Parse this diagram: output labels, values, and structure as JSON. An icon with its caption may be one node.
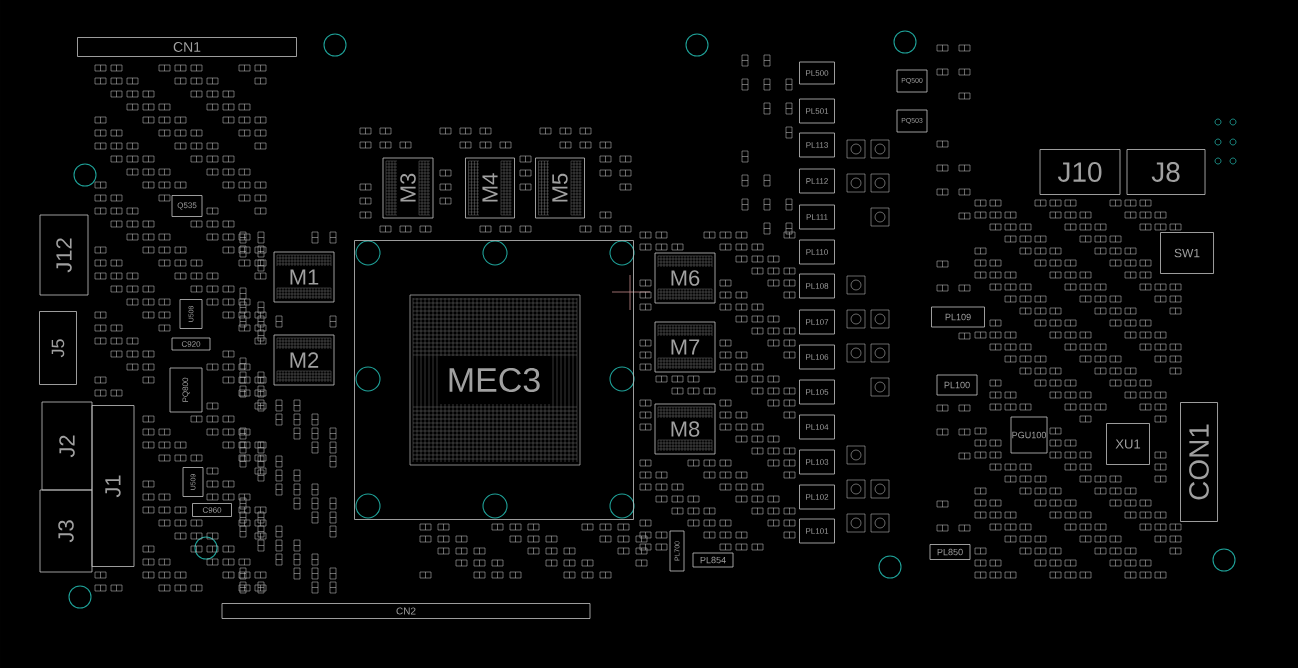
{
  "diagram": {
    "nodes": [
      {
        "text": [
          "CN1"
        ]
      },
      {
        "text": [
          "PL500"
        ]
      },
      {
        "text": [
          "PQ500"
        ]
      },
      {
        "text": [
          "PL501"
        ]
      },
      {
        "text": [
          "PQ503"
        ]
      },
      {
        "text": [
          "PL113"
        ]
      },
      {
        "text": [
          "J10"
        ]
      },
      {
        "text": [
          "J8"
        ]
      },
      {
        "text": [
          "M3"
        ]
      },
      {
        "text": [
          "M4"
        ]
      },
      {
        "text": [
          "M5"
        ]
      },
      {
        "text": [
          "PL112"
        ]
      },
      {
        "text": [
          "Q535"
        ]
      },
      {
        "text": [
          "PL111"
        ]
      },
      {
        "text": [
          "J12"
        ]
      },
      {
        "text": [
          "SW1"
        ]
      },
      {
        "text": [
          "MEC3"
        ]
      },
      {
        "text": [
          "M1"
        ]
      },
      {
        "text": [
          "M6"
        ]
      },
      {
        "text": [
          "PL110"
        ]
      },
      {
        "text": [
          "PL108"
        ]
      },
      {
        "text": [
          "U508"
        ]
      },
      {
        "text": [
          "PL109"
        ]
      },
      {
        "text": [
          "J5"
        ]
      },
      {
        "text": [
          "M2"
        ]
      },
      {
        "text": [
          "PL107"
        ]
      },
      {
        "text": [
          "C920"
        ]
      },
      {
        "text": [
          "M7"
        ]
      },
      {
        "text": [
          "PL106"
        ]
      },
      {
        "text": [
          "PQ800"
        ]
      },
      {
        "text": [
          "PL100"
        ]
      },
      {
        "text": [
          "PL105"
        ]
      },
      {
        "text": [
          "J2"
        ]
      },
      {
        "text": [
          "M8"
        ]
      },
      {
        "text": [
          "PL104"
        ]
      },
      {
        "text": [
          "CON1"
        ]
      },
      {
        "text": [
          "PGU100"
        ]
      },
      {
        "text": [
          "XU1"
        ]
      },
      {
        "text": [
          "PL103"
        ]
      },
      {
        "text": [
          "U509"
        ]
      },
      {
        "text": [
          "J1"
        ]
      },
      {
        "text": [
          "PL102"
        ]
      },
      {
        "text": [
          "C960"
        ]
      },
      {
        "text": [
          "J3"
        ]
      },
      {
        "text": [
          "PL101"
        ]
      },
      {
        "text": [
          "PL700"
        ]
      },
      {
        "text": [
          "PL850"
        ]
      },
      {
        "text": [
          "PL854"
        ]
      },
      {
        "text": [
          "CN2"
        ]
      }
    ]
  }
}
